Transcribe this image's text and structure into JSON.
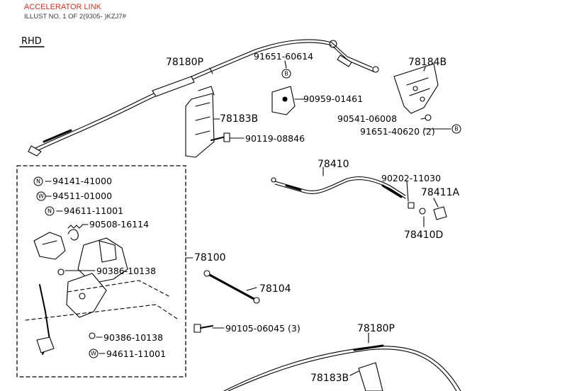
{
  "header": {
    "title": "ACCELERATOR LINK",
    "subtitle": "ILLUST NO. 1 OF 2(9305- )KZJ7#"
  },
  "colors": {
    "title": "#d03020",
    "line": "#000000",
    "background": "#ffffff"
  },
  "diagram": {
    "tag": "RHD",
    "parts": [
      {
        "id": "p78180P_top",
        "label": "78180P"
      },
      {
        "id": "p91651_60614",
        "label": "91651-60614"
      },
      {
        "id": "p78184B",
        "label": "78184B"
      },
      {
        "id": "p90959_01461",
        "label": "90959-01461"
      },
      {
        "id": "p78183B_top",
        "label": "78183B"
      },
      {
        "id": "p90541_06008",
        "label": "90541-06008"
      },
      {
        "id": "p91651_40620",
        "label": "91651-40620 (2)"
      },
      {
        "id": "p90119_08846",
        "label": "90119-08846"
      },
      {
        "id": "p94141_41000",
        "label": "94141-41000"
      },
      {
        "id": "p94511_01000",
        "label": "94511-01000"
      },
      {
        "id": "p94611_11001_a",
        "label": "94611-11001"
      },
      {
        "id": "p90508_16114",
        "label": "90508-16114"
      },
      {
        "id": "p90386_10138_a",
        "label": "90386-10138"
      },
      {
        "id": "p78100",
        "label": "78100"
      },
      {
        "id": "p78410",
        "label": "78410"
      },
      {
        "id": "p90202_11030",
        "label": "90202-11030"
      },
      {
        "id": "p78411A",
        "label": "78411A"
      },
      {
        "id": "p78410D",
        "label": "78410D"
      },
      {
        "id": "p78104",
        "label": "78104"
      },
      {
        "id": "p90105_06045",
        "label": "90105-06045 (3)"
      },
      {
        "id": "p90386_10138_b",
        "label": "90386-10138"
      },
      {
        "id": "p94611_11001_b",
        "label": "94611-11001"
      },
      {
        "id": "p78180P_bottom",
        "label": "78180P"
      },
      {
        "id": "p78183B_bottom",
        "label": "78183B"
      }
    ],
    "markers": [
      {
        "id": "m_b1",
        "letter": "B"
      },
      {
        "id": "m_b2",
        "letter": "B"
      },
      {
        "id": "m_n1",
        "letter": "N"
      },
      {
        "id": "m_w1",
        "letter": "W"
      },
      {
        "id": "m_n2",
        "letter": "N"
      },
      {
        "id": "m_w2",
        "letter": "W"
      }
    ]
  }
}
